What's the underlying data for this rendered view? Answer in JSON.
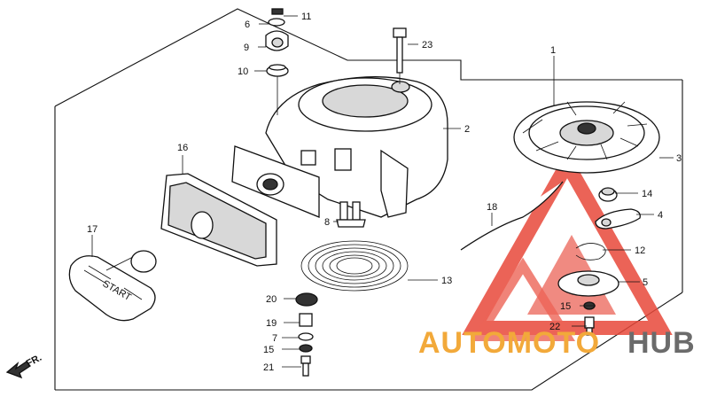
{
  "diagram": {
    "callouts": [
      {
        "id": "c1",
        "text": "1"
      },
      {
        "id": "c2",
        "text": "2"
      },
      {
        "id": "c3",
        "text": "3"
      },
      {
        "id": "c4",
        "text": "4"
      },
      {
        "id": "c5",
        "text": "5"
      },
      {
        "id": "c6",
        "text": "6"
      },
      {
        "id": "c7",
        "text": "7"
      },
      {
        "id": "c8",
        "text": "8"
      },
      {
        "id": "c9",
        "text": "9"
      },
      {
        "id": "c10",
        "text": "10"
      },
      {
        "id": "c11",
        "text": "11"
      },
      {
        "id": "c12",
        "text": "12"
      },
      {
        "id": "c13",
        "text": "13"
      },
      {
        "id": "c14",
        "text": "14"
      },
      {
        "id": "c15a",
        "text": "15"
      },
      {
        "id": "c15b",
        "text": "15"
      },
      {
        "id": "c16",
        "text": "16"
      },
      {
        "id": "c17",
        "text": "17"
      },
      {
        "id": "c18",
        "text": "18"
      },
      {
        "id": "c19",
        "text": "19"
      },
      {
        "id": "c20",
        "text": "20"
      },
      {
        "id": "c21",
        "text": "21"
      },
      {
        "id": "c22",
        "text": "22"
      },
      {
        "id": "c23",
        "text": "23"
      }
    ],
    "direction_label": "FR.",
    "grip_label": "START"
  },
  "watermark": {
    "brand_part1": "AUTOMOTO",
    "brand_part2": "HUB",
    "color_primary": "#e8483a",
    "color_secondary": "#f2a93a",
    "color_dark": "#6b6b6b"
  }
}
